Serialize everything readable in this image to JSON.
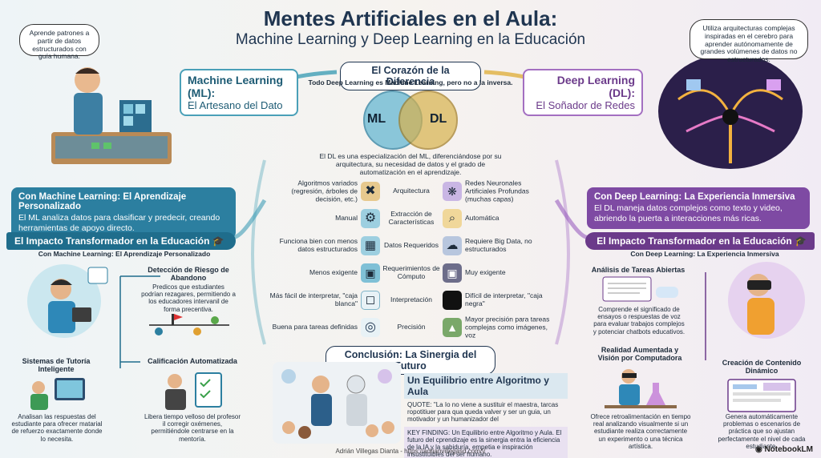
{
  "title": "Mentes Artificiales en el Aula:",
  "subtitle": "Machine Learning y Deep Learning en la Educación",
  "bubbles": {
    "ml": "Aprende patrones a partir de datos estructurados con guía humana.",
    "dl": "Utiliza arquitecturas complejas inspiradas en el cerebro para aprender autónomamente de grandes volúmenes de datos no estructurados."
  },
  "ml_card": {
    "title": "Machine Learning (ML):",
    "sub": "El Artesano del Dato"
  },
  "dl_card": {
    "title": "Deep Learning (DL):",
    "sub": "El Soñador de Redes"
  },
  "heart": {
    "title": "El Corazón de la Diferencia",
    "tagline": "Todo Deep Learning es Machine Learning, pero no a la inversa.",
    "venn_ml": "ML",
    "venn_dl": "DL",
    "desc": "El DL es una especialización del ML, diferenciándose por su arquitectura, su necesidad de datos y el grado de automatización en el aprendizaje."
  },
  "comparison": [
    {
      "ml": "Algoritmos variados (regresión, árboles de decisión, etc.)",
      "aspect": "Arquitectura",
      "dl": "Redes Neuronales Artificiales Profundas (muchas capas)"
    },
    {
      "ml": "Manual",
      "aspect": "Extracción de Características",
      "dl": "Automática"
    },
    {
      "ml": "Funciona bien con menos datos estructurados",
      "aspect": "Datos Requeridos",
      "dl": "Requiere Big Data, no estructurados"
    },
    {
      "ml": "Menos exigente",
      "aspect": "Requerimientos de Cómputo",
      "dl": "Muy exigente"
    },
    {
      "ml": "Más fácil de interpretar, \"caja blanca\"",
      "aspect": "Interpretación",
      "dl": "Difícil de interpretar, \"caja negra\""
    },
    {
      "ml": "Buena para tareas definidas",
      "aspect": "Precisión",
      "dl": "Mayor precisión para tareas complejas como imágenes, voz"
    }
  ],
  "ml_personal": {
    "title": "Con Machine Learning: El Aprendizaje Personalizado",
    "text": "El ML analiza datos para clasificar y predecir, creando herramientas de apoyo directo."
  },
  "dl_immersive": {
    "title": "Con Deep Learning: La Experiencia Inmersiva",
    "text": "El DL maneja datos complejos como texto y video, abriendo la puerta a interacciones más ricas."
  },
  "impact_ml": {
    "title": "El Impacto Transformador en la Educación",
    "sub": "Con Machine Learning: El Aprendizaje Personalizado"
  },
  "impact_dl": {
    "title": "El Impacto Transformador en la Educación",
    "sub": "Con Deep Learning: La Experiencia Inmersiva"
  },
  "ml_features": {
    "risk": {
      "title": "Detección de Riesgo de Abandono",
      "text": "Predicos que estudiantes podrían rezagares, permitiendo a los educadores intervanil de forma precentiva."
    },
    "tutoring": {
      "title": "Sistemas de Tutoría Inteligente",
      "text": "Analisan las respuestas del estudiante para ofrecer matarial de refuerzo exactamente donde lo necesita."
    },
    "grading": {
      "title": "Calificación Automatizada",
      "text": "Libera tiempo velloso del profesor il corregir oxémenes, permitiéndole centrarse en la mentoría."
    }
  },
  "dl_features": {
    "open_tasks": {
      "title": "Análisis de Tareas Abiertas",
      "text": "Comprende el significado de ensayos o respuestas de voz para evaluar trabajos complejos y potenciar chatbots educativos."
    },
    "ar": {
      "title": "Realidad Aumentada y Visión por Computadora",
      "text": "Ofrece retroalimentación en tiempo real analizando visualmente si un estudiante realiza correctamente un experimento o una técnica artística."
    },
    "content": {
      "title": "Creación de Contenido Dinámico",
      "text": "Genera automáticamente problemas o escenarios de práctica que so ajustan perfectamente el nivel de cada estudiante."
    }
  },
  "conclusion": {
    "title": "Conclusión: La Sinergia del Futuro",
    "heading": "Un Equilibrio entre Algoritmo y Aula",
    "quote": "QUOTE: \"La Io no viene a sustituir el maestra, tarcas ropotitiuer para qua queda valver y ser un guia, un motivador y un humanizador del",
    "finding": "KEY FINDING: Un Equilibrio entre Algoritmo y Aula. El futuro del cprendizaje es la sinergia entra la eficiencia de la IA y la sabiduría, empetia e inspiración insustituibles del ser humano."
  },
  "footer": "Adrián Villegas Dianta - https://adrianvillegasd.com/\\/",
  "brand": "NotebookLM",
  "colors": {
    "ml": "#2c7fa0",
    "dl": "#7e4aa3",
    "navy": "#1f3550"
  }
}
